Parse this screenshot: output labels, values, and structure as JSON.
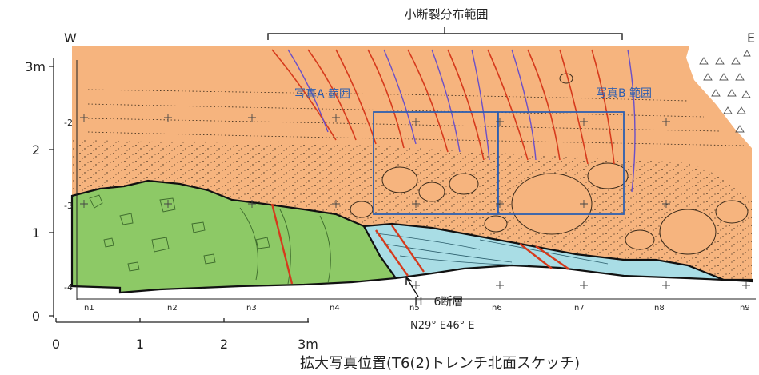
{
  "header": {
    "range_label": "小断裂分布範囲"
  },
  "orientation": {
    "west": "W",
    "east": "E"
  },
  "photo_labels": {
    "a": "写真A 範囲",
    "b": "写真B 範囲"
  },
  "left_axis": {
    "ticks": [
      "3m",
      "2",
      "1",
      "0"
    ]
  },
  "inner_depth": {
    "ticks": [
      "-2",
      "-3",
      "-4"
    ]
  },
  "bottom_axis": {
    "ticks": [
      "0",
      "1",
      "2",
      "3m"
    ]
  },
  "stations": [
    "n1",
    "n2",
    "n3",
    "n4",
    "n5",
    "n6",
    "n7",
    "n8",
    "n9"
  ],
  "fault": {
    "name": "H－6断層",
    "strike": "N29°  E46°  E"
  },
  "caption": "拡大写真位置(T6(2)トレンチ北面スケッチ)",
  "colors": {
    "sand": "#f6b47e",
    "green": "#8dc966",
    "blue": "#a9dde5",
    "frame": "#2f5fb0",
    "fracture_red": "#d63a1c",
    "fracture_purple": "#6a4fc8"
  }
}
